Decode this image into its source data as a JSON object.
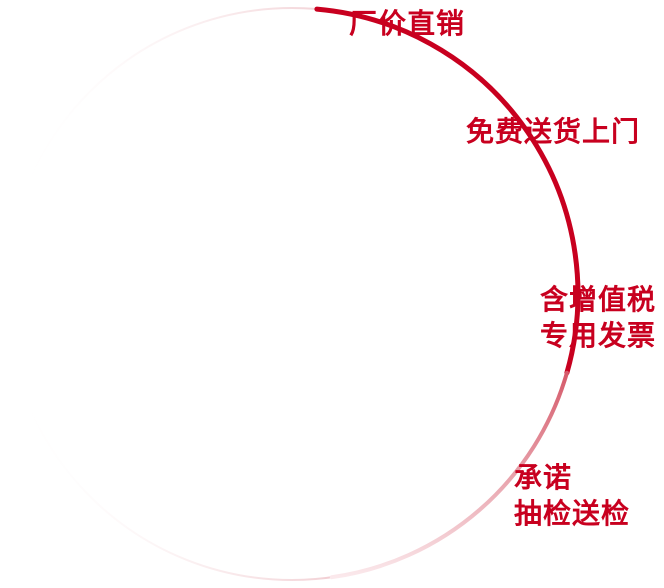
{
  "colors": {
    "accent": "#c8001f",
    "ring_fade": "#e8a3ad",
    "background": "#ffffff"
  },
  "features": [
    {
      "lines": [
        "厂价直销"
      ]
    },
    {
      "lines": [
        "免费送货上门"
      ]
    },
    {
      "lines": [
        "含增值税",
        "专用发票"
      ]
    },
    {
      "lines": [
        "承诺",
        "抽检送检"
      ]
    }
  ]
}
